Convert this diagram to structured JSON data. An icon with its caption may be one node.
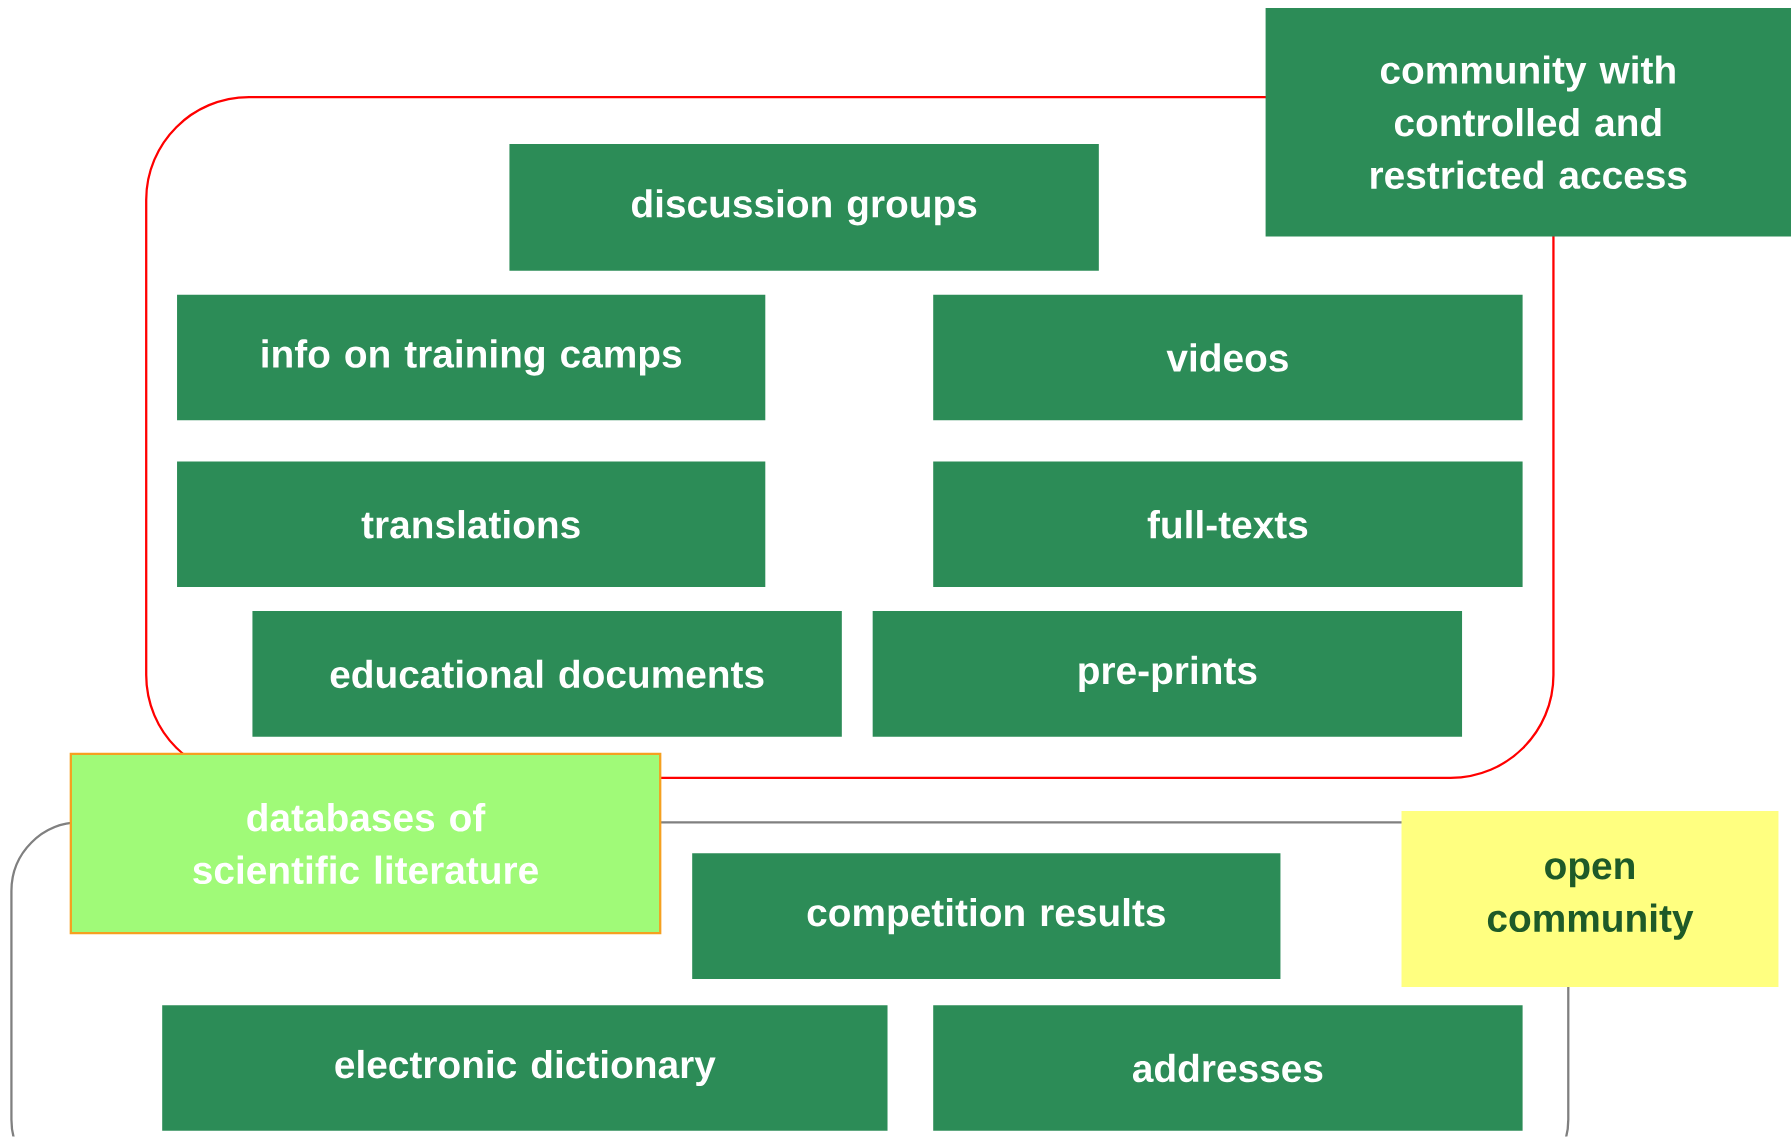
{
  "diagram": {
    "nodes": [
      {
        "text": [],
        "shape": "box"
      },
      {
        "text": [
          "community with controlled and restricted access"
        ]
      },
      {
        "text": [
          "discussion groups"
        ],
        "in": 0
      },
      {
        "text": [
          "info on training camps"
        ],
        "in": 0
      },
      {
        "text": [
          "videos"
        ],
        "in": 0
      },
      {
        "text": [
          "translations"
        ],
        "in": 0
      },
      {
        "text": [
          "full-texts"
        ],
        "in": 0
      },
      {
        "text": [
          "educational documents"
        ],
        "in": 0
      },
      {
        "text": [
          "pre-prints"
        ],
        "in": 0
      },
      {
        "text": [],
        "shape": "box"
      },
      {
        "text": [
          "databases of scientific literature"
        ]
      },
      {
        "text": [
          "competition results"
        ],
        "in": 9
      },
      {
        "text": [
          "open community"
        ]
      },
      {
        "text": [
          "electronic dictionary"
        ],
        "in": 9
      },
      {
        "text": [
          "addresses"
        ],
        "in": 9
      }
    ]
  }
}
